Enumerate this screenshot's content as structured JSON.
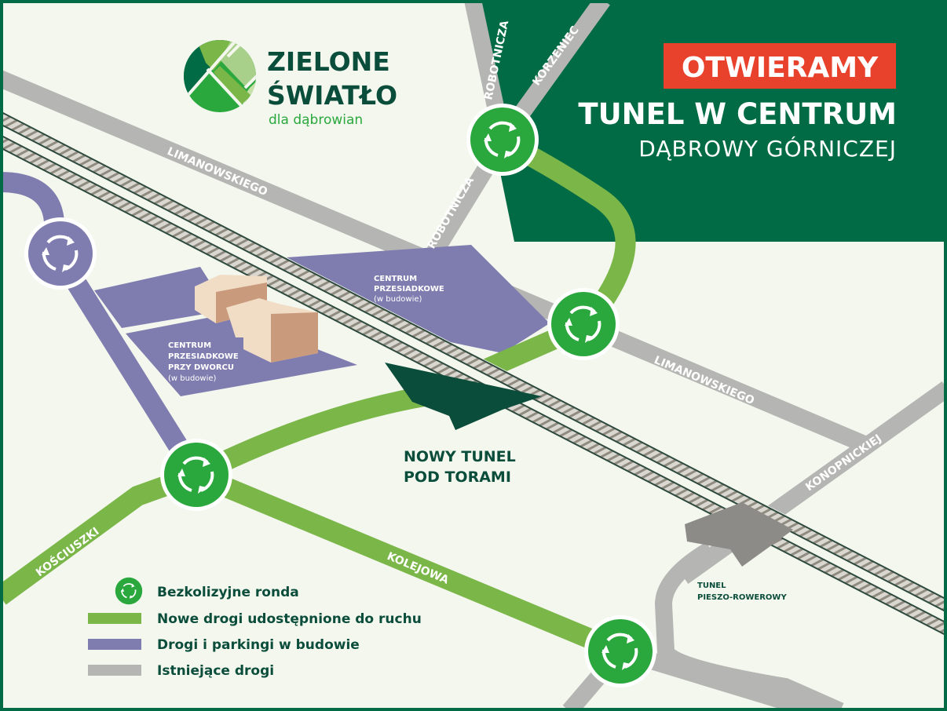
{
  "logo": {
    "line1": "ZIELONE",
    "line2": "ŚWIATŁO",
    "tagline": "dla dąbrowian"
  },
  "header": {
    "badge": "OTWIERAMY",
    "title": "TUNEL W CENTRUM",
    "subtitle": "DĄBROWY GÓRNICZEJ"
  },
  "streets": {
    "limanowskiego_1": "LIMANOWSKIEGO",
    "limanowskiego_2": "LIMANOWSKIEGO",
    "robotnicza_1": "ROBOTNICZA",
    "robotnicza_2": "ROBOTNICZA",
    "korzeniec": "KORZENIEC",
    "konopnickiej": "KONOPNICKIEJ",
    "kosciuszki": "KOŚCIUSZKI",
    "kolejowa": "KOLEJOWA"
  },
  "places": {
    "centrum_1": [
      "CENTRUM",
      "PRZESIADKOWE",
      "(w budowie)"
    ],
    "centrum_2": [
      "CENTRUM",
      "PRZESIADKOWE",
      "PRZY DWORCU",
      "(w budowie)"
    ],
    "tunnel": [
      "NOWY TUNEL",
      "POD TORAMI"
    ],
    "ped_tunnel": [
      "TUNEL",
      "PIESZO-ROWEROWY"
    ]
  },
  "legend": [
    {
      "label": "Bezkolizyjne ronda",
      "icon": "roundabout-icon"
    },
    {
      "label": "Nowe drogi udostępnione do ruchu",
      "color": "#7ab648"
    },
    {
      "label": "Drogi i parkingi w budowie",
      "color": "#7f7daf"
    },
    {
      "label": "Istniejące drogi",
      "color": "#b5b5b3"
    }
  ],
  "colors": {
    "dark_green": "#006b45",
    "green": "#2aa83d",
    "light_green": "#7ab648",
    "purple": "#7f7daf",
    "grey": "#b5b5b3",
    "red": "#e8412c"
  }
}
